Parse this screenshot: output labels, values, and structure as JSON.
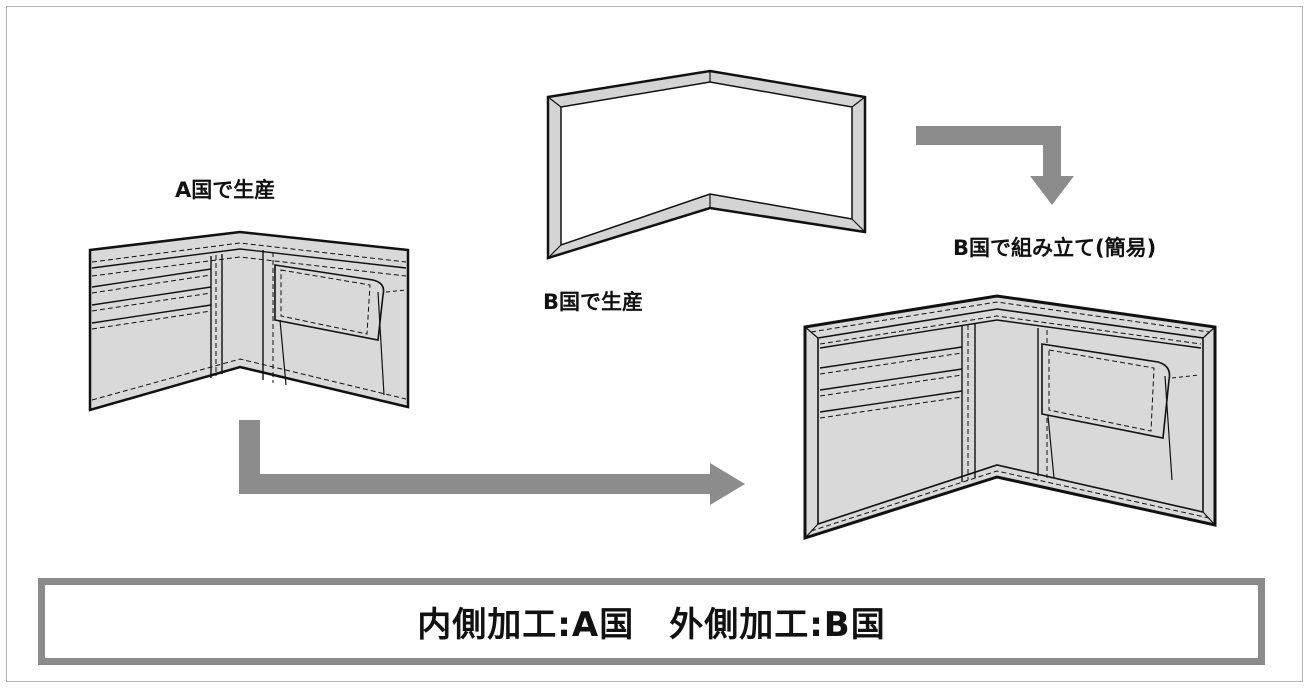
{
  "labels": {
    "country_a_production": "A国で生産",
    "country_b_production": "B国で生産",
    "country_b_assembly": "B国で組み立て(簡易)"
  },
  "summary": "内側加工:A国　外側加工:B国",
  "colors": {
    "arrow": "#8c8c8d",
    "panel_fill": "#d9d9d9",
    "line": "#111111",
    "frame_border": "#8b8b8c"
  }
}
